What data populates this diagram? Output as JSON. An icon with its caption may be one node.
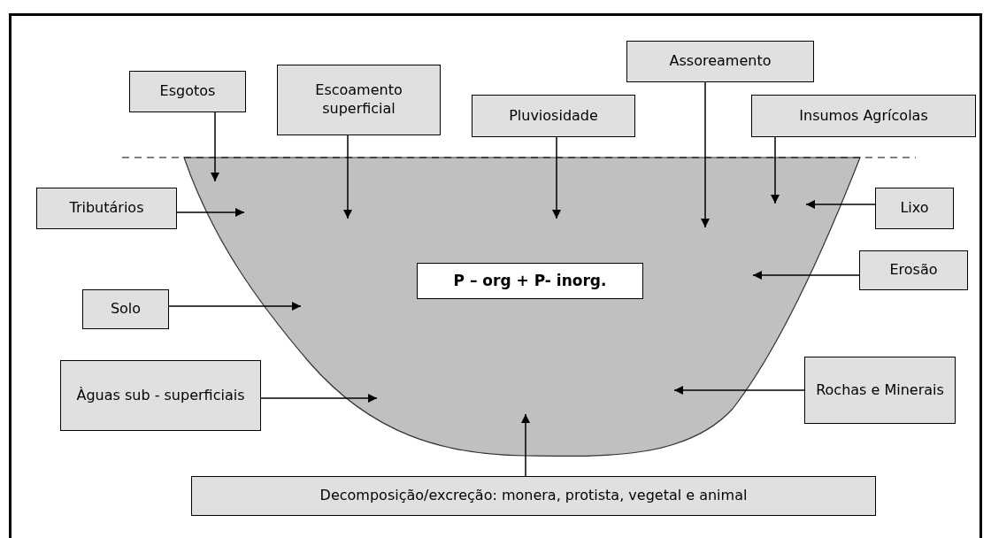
{
  "diagram": {
    "nodes": [
      {
        "text": [
          "Esgotos"
        ]
      },
      {
        "text": [
          "Escoamento superficial"
        ]
      },
      {
        "text": [
          "Assoreamento"
        ]
      },
      {
        "text": [
          "Pluviosidade"
        ]
      },
      {
        "text": [
          "Insumos Agrícolas"
        ]
      },
      {
        "text": [
          "Tributários"
        ]
      },
      {
        "text": [
          "Lixo"
        ]
      },
      {
        "text": [
          "P – org + P- inorg."
        ]
      },
      {
        "text": [
          "Erosão"
        ]
      },
      {
        "text": [
          "Solo"
        ]
      },
      {
        "text": [
          "Àguas sub - superficiais"
        ]
      },
      {
        "text": [
          "Rochas e Minerais"
        ]
      },
      {
        "text": [
          "Decomposição/excreção: monera, protista, vegetal e animal"
        ]
      }
    ],
    "edges": [
      {
        "from": 0,
        "to": null,
        "arrow": "to"
      },
      {
        "from": 1,
        "to": null,
        "arrow": "to"
      },
      {
        "from": 2,
        "to": null,
        "arrow": "to"
      },
      {
        "from": 3,
        "to": null,
        "arrow": "to"
      },
      {
        "from": 4,
        "to": null,
        "arrow": "to"
      },
      {
        "from": 5,
        "to": null,
        "arrow": "to"
      },
      {
        "from": 6,
        "to": null,
        "arrow": "to"
      },
      {
        "from": 8,
        "to": null,
        "arrow": "to"
      },
      {
        "from": 9,
        "to": null,
        "arrow": "to"
      },
      {
        "from": 10,
        "to": null,
        "arrow": "to"
      },
      {
        "from": 11,
        "to": null,
        "arrow": "to"
      },
      {
        "from": 12,
        "to": null,
        "arrow": "to"
      }
    ]
  }
}
